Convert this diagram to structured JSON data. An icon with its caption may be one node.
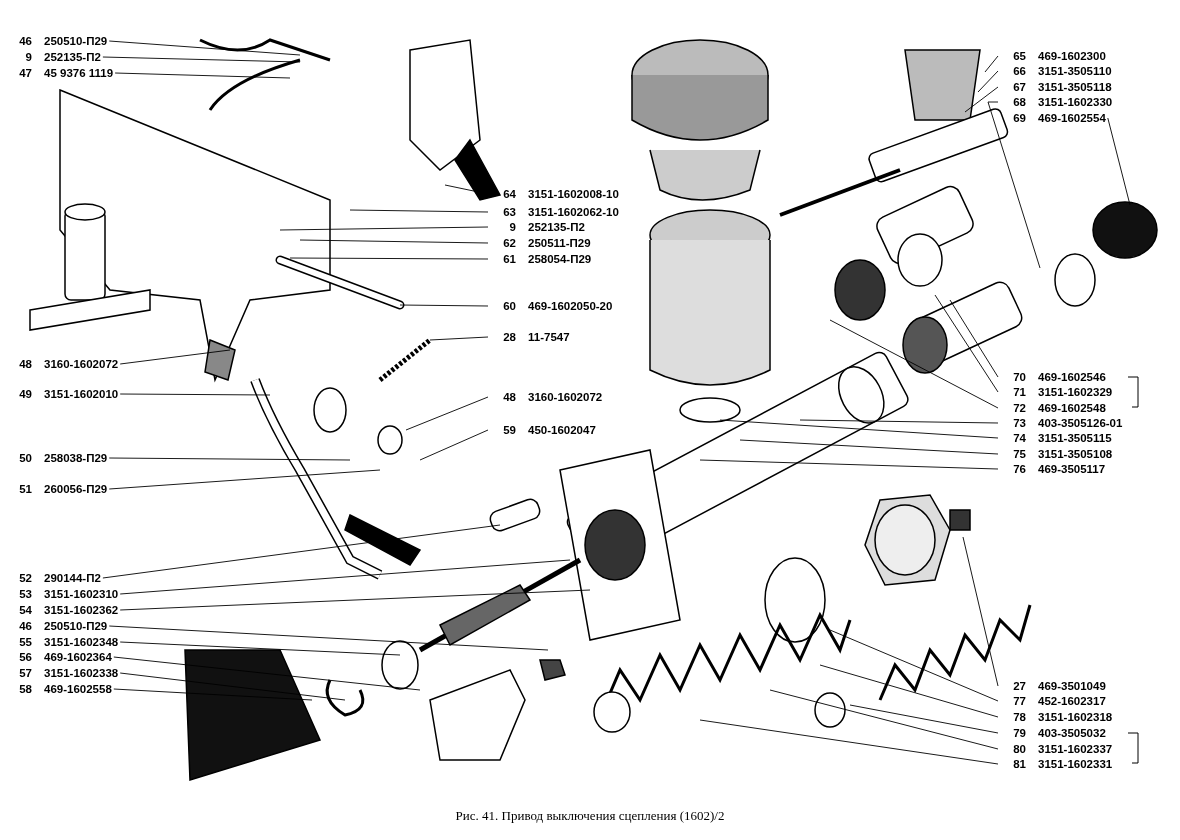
{
  "diagram": {
    "caption": "Рис. 41. Привод выключения сцепления (1602)/2",
    "nodes": [
      {
        "text": [
          "46",
          "250510-П29"
        ]
      },
      {
        "text": [
          "9",
          "252135-П2"
        ]
      },
      {
        "text": [
          "47",
          "45 9376 1119"
        ]
      },
      {
        "text": [
          "48",
          "3160-1602072"
        ]
      },
      {
        "text": [
          "49",
          "3151-1602010"
        ]
      },
      {
        "text": [
          "50",
          "258038-П29"
        ]
      },
      {
        "text": [
          "51",
          "260056-П29"
        ]
      },
      {
        "text": [
          "52",
          "290144-П2"
        ]
      },
      {
        "text": [
          "53",
          "3151-1602310"
        ]
      },
      {
        "text": [
          "54",
          "3151-1602362"
        ]
      },
      {
        "text": [
          "46",
          "250510-П29"
        ]
      },
      {
        "text": [
          "55",
          "3151-1602348"
        ]
      },
      {
        "text": [
          "56",
          "469-1602364"
        ]
      },
      {
        "text": [
          "57",
          "3151-1602338"
        ]
      },
      {
        "text": [
          "58",
          "469-1602558"
        ]
      },
      {
        "text": [
          "64",
          "3151-1602008-10"
        ]
      },
      {
        "text": [
          "63",
          "3151-1602062-10"
        ]
      },
      {
        "text": [
          "9",
          "252135-П2"
        ]
      },
      {
        "text": [
          "62",
          "250511-П29"
        ]
      },
      {
        "text": [
          "61",
          "258054-П29"
        ]
      },
      {
        "text": [
          "60",
          "469-1602050-20"
        ]
      },
      {
        "text": [
          "28",
          "11-7547"
        ]
      },
      {
        "text": [
          "48",
          "3160-1602072"
        ]
      },
      {
        "text": [
          "59",
          "450-1602047"
        ]
      },
      {
        "text": [
          "65",
          "469-1602300"
        ]
      },
      {
        "text": [
          "66",
          "3151-3505110"
        ]
      },
      {
        "text": [
          "67",
          "3151-3505118"
        ]
      },
      {
        "text": [
          "68",
          "3151-1602330"
        ]
      },
      {
        "text": [
          "69",
          "469-1602554"
        ]
      },
      {
        "text": [
          "70",
          "469-1602546"
        ]
      },
      {
        "text": [
          "71",
          "3151-1602329"
        ]
      },
      {
        "text": [
          "72",
          "469-1602548"
        ]
      },
      {
        "text": [
          "73",
          "403-3505126-01"
        ]
      },
      {
        "text": [
          "74",
          "3151-3505115"
        ]
      },
      {
        "text": [
          "75",
          "3151-3505108"
        ]
      },
      {
        "text": [
          "76",
          "469-3505117"
        ]
      },
      {
        "text": [
          "27",
          "469-3501049"
        ]
      },
      {
        "text": [
          "77",
          "452-1602317"
        ]
      },
      {
        "text": [
          "78",
          "3151-1602318"
        ]
      },
      {
        "text": [
          "79",
          "403-3505032"
        ]
      },
      {
        "text": [
          "80",
          "3151-1602337"
        ]
      },
      {
        "text": [
          "81",
          "3151-1602331"
        ]
      }
    ],
    "edges": [
      {
        "from": 0,
        "to": null,
        "arrow": "none"
      },
      {
        "from": 1,
        "to": null,
        "arrow": "none"
      },
      {
        "from": 2,
        "to": null,
        "arrow": "none"
      },
      {
        "from": 3,
        "to": null,
        "arrow": "none"
      },
      {
        "from": 4,
        "to": null,
        "arrow": "none"
      },
      {
        "from": 5,
        "to": null,
        "arrow": "none"
      },
      {
        "from": 6,
        "to": null,
        "arrow": "none"
      },
      {
        "from": 7,
        "to": null,
        "arrow": "none"
      },
      {
        "from": 8,
        "to": null,
        "arrow": "none"
      },
      {
        "from": 9,
        "to": null,
        "arrow": "none"
      },
      {
        "from": 10,
        "to": null,
        "arrow": "none"
      },
      {
        "from": 11,
        "to": null,
        "arrow": "none"
      },
      {
        "from": 12,
        "to": null,
        "arrow": "none"
      },
      {
        "from": 13,
        "to": null,
        "arrow": "none"
      },
      {
        "from": 14,
        "to": null,
        "arrow": "none"
      },
      {
        "from": 15,
        "to": null,
        "arrow": "none"
      },
      {
        "from": 16,
        "to": null,
        "arrow": "none"
      },
      {
        "from": 17,
        "to": null,
        "arrow": "none"
      },
      {
        "from": 18,
        "to": null,
        "arrow": "none"
      },
      {
        "from": 19,
        "to": null,
        "arrow": "none"
      },
      {
        "from": 20,
        "to": null,
        "arrow": "none"
      },
      {
        "from": 21,
        "to": null,
        "arrow": "none"
      },
      {
        "from": 22,
        "to": null,
        "arrow": "none"
      },
      {
        "from": 23,
        "to": null,
        "arrow": "none"
      },
      {
        "from": 24,
        "to": null,
        "arrow": "none"
      },
      {
        "from": 25,
        "to": null,
        "arrow": "none"
      },
      {
        "from": 26,
        "to": null,
        "arrow": "none"
      },
      {
        "from": 27,
        "to": null,
        "arrow": "none"
      },
      {
        "from": 28,
        "to": null,
        "arrow": "none"
      },
      {
        "from": 29,
        "to": null,
        "arrow": "none"
      },
      {
        "from": 30,
        "to": null,
        "arrow": "none"
      },
      {
        "from": 31,
        "to": null,
        "arrow": "none"
      },
      {
        "from": 32,
        "to": null,
        "arrow": "none"
      },
      {
        "from": 33,
        "to": null,
        "arrow": "none"
      },
      {
        "from": 34,
        "to": null,
        "arrow": "none"
      },
      {
        "from": 35,
        "to": null,
        "arrow": "none"
      },
      {
        "from": 36,
        "to": null,
        "arrow": "none"
      },
      {
        "from": 37,
        "to": null,
        "arrow": "none"
      },
      {
        "from": 38,
        "to": null,
        "arrow": "none"
      },
      {
        "from": 39,
        "to": null,
        "arrow": "none"
      },
      {
        "from": 40,
        "to": null,
        "arrow": "none"
      },
      {
        "from": 41,
        "to": null,
        "arrow": "none"
      }
    ]
  }
}
